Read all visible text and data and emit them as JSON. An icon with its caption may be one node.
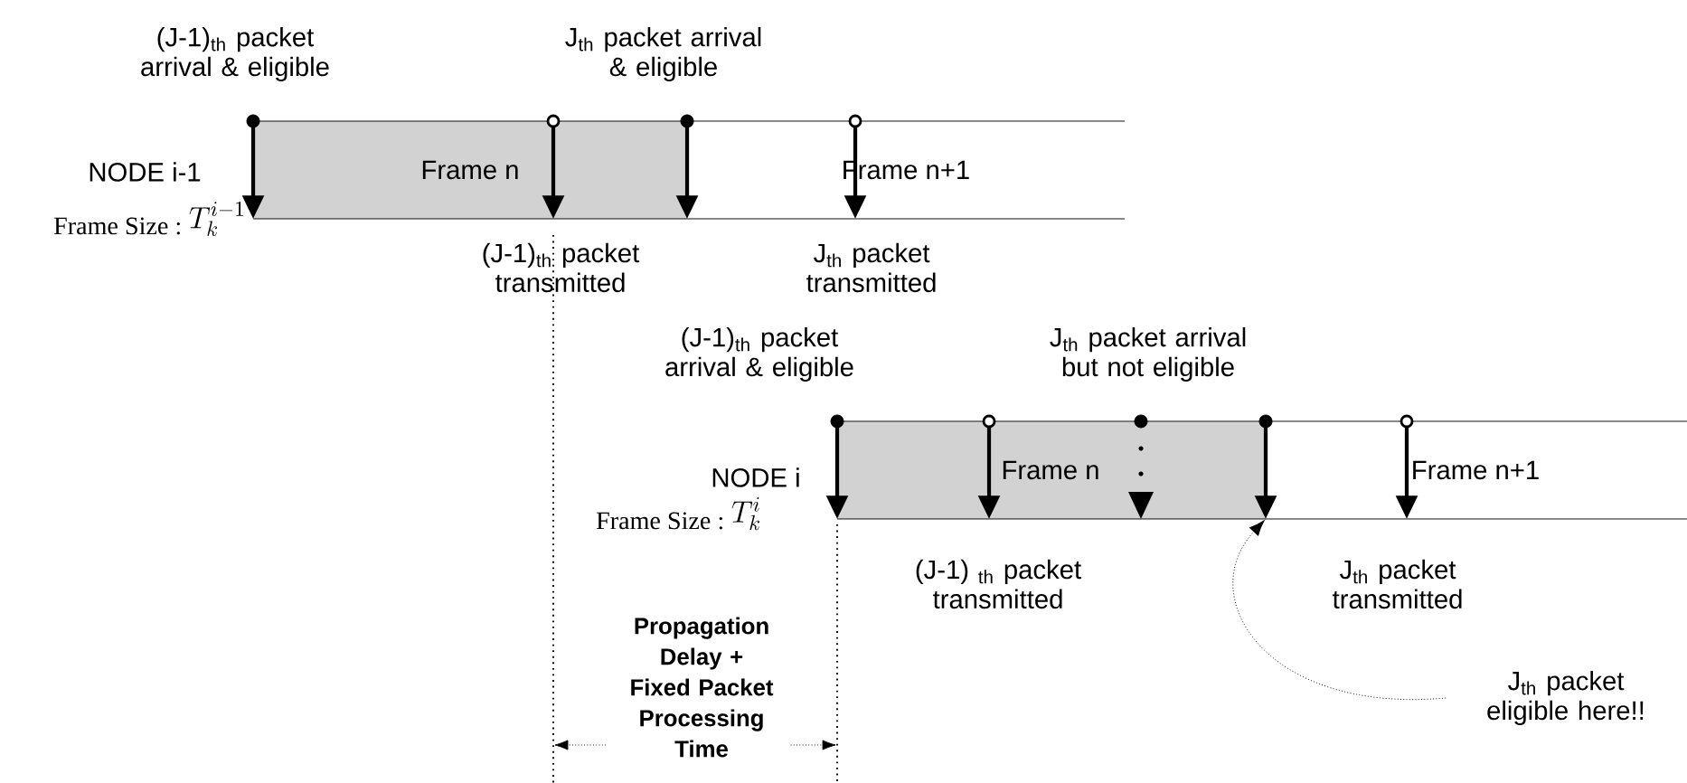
{
  "diagram": {
    "nodes": [
      {
        "text": [
          "Frame n"
        ]
      },
      {
        "text": [
          "Frame n+1"
        ]
      },
      {
        "text": [
          "Frame n"
        ]
      },
      {
        "text": [
          "Frame n+1"
        ]
      },
      {
        "text": [
          "J$_{th}$ packet  eligible here!!"
        ]
      }
    ],
    "edges": [
      {
        "from": 4,
        "to": 2,
        "arrow": "to",
        "style": "dashed"
      }
    ],
    "labels": [
      "(J-1)$_{th}$ packet arrival & eligible",
      "J$_{th}$ packet arrival & eligible",
      "NODE  i-1",
      "Frame Size :",
      "T_k^{i-1}",
      "(J-1)$_{th}$ packet transmitted",
      "J$_{th}$ packet transmitted",
      "(J-1)$_{th}$ packet arrival & eligible",
      "J$_{th}$ packet arrival but not eligible",
      "NODE  i",
      "Frame Size :",
      "T_k^{i}",
      "(J-1) $_{th}$ packet transmitted",
      "J$_{th}$ packet transmitted",
      "Propagation Delay + Fixed Packet Processing Time"
    ]
  }
}
